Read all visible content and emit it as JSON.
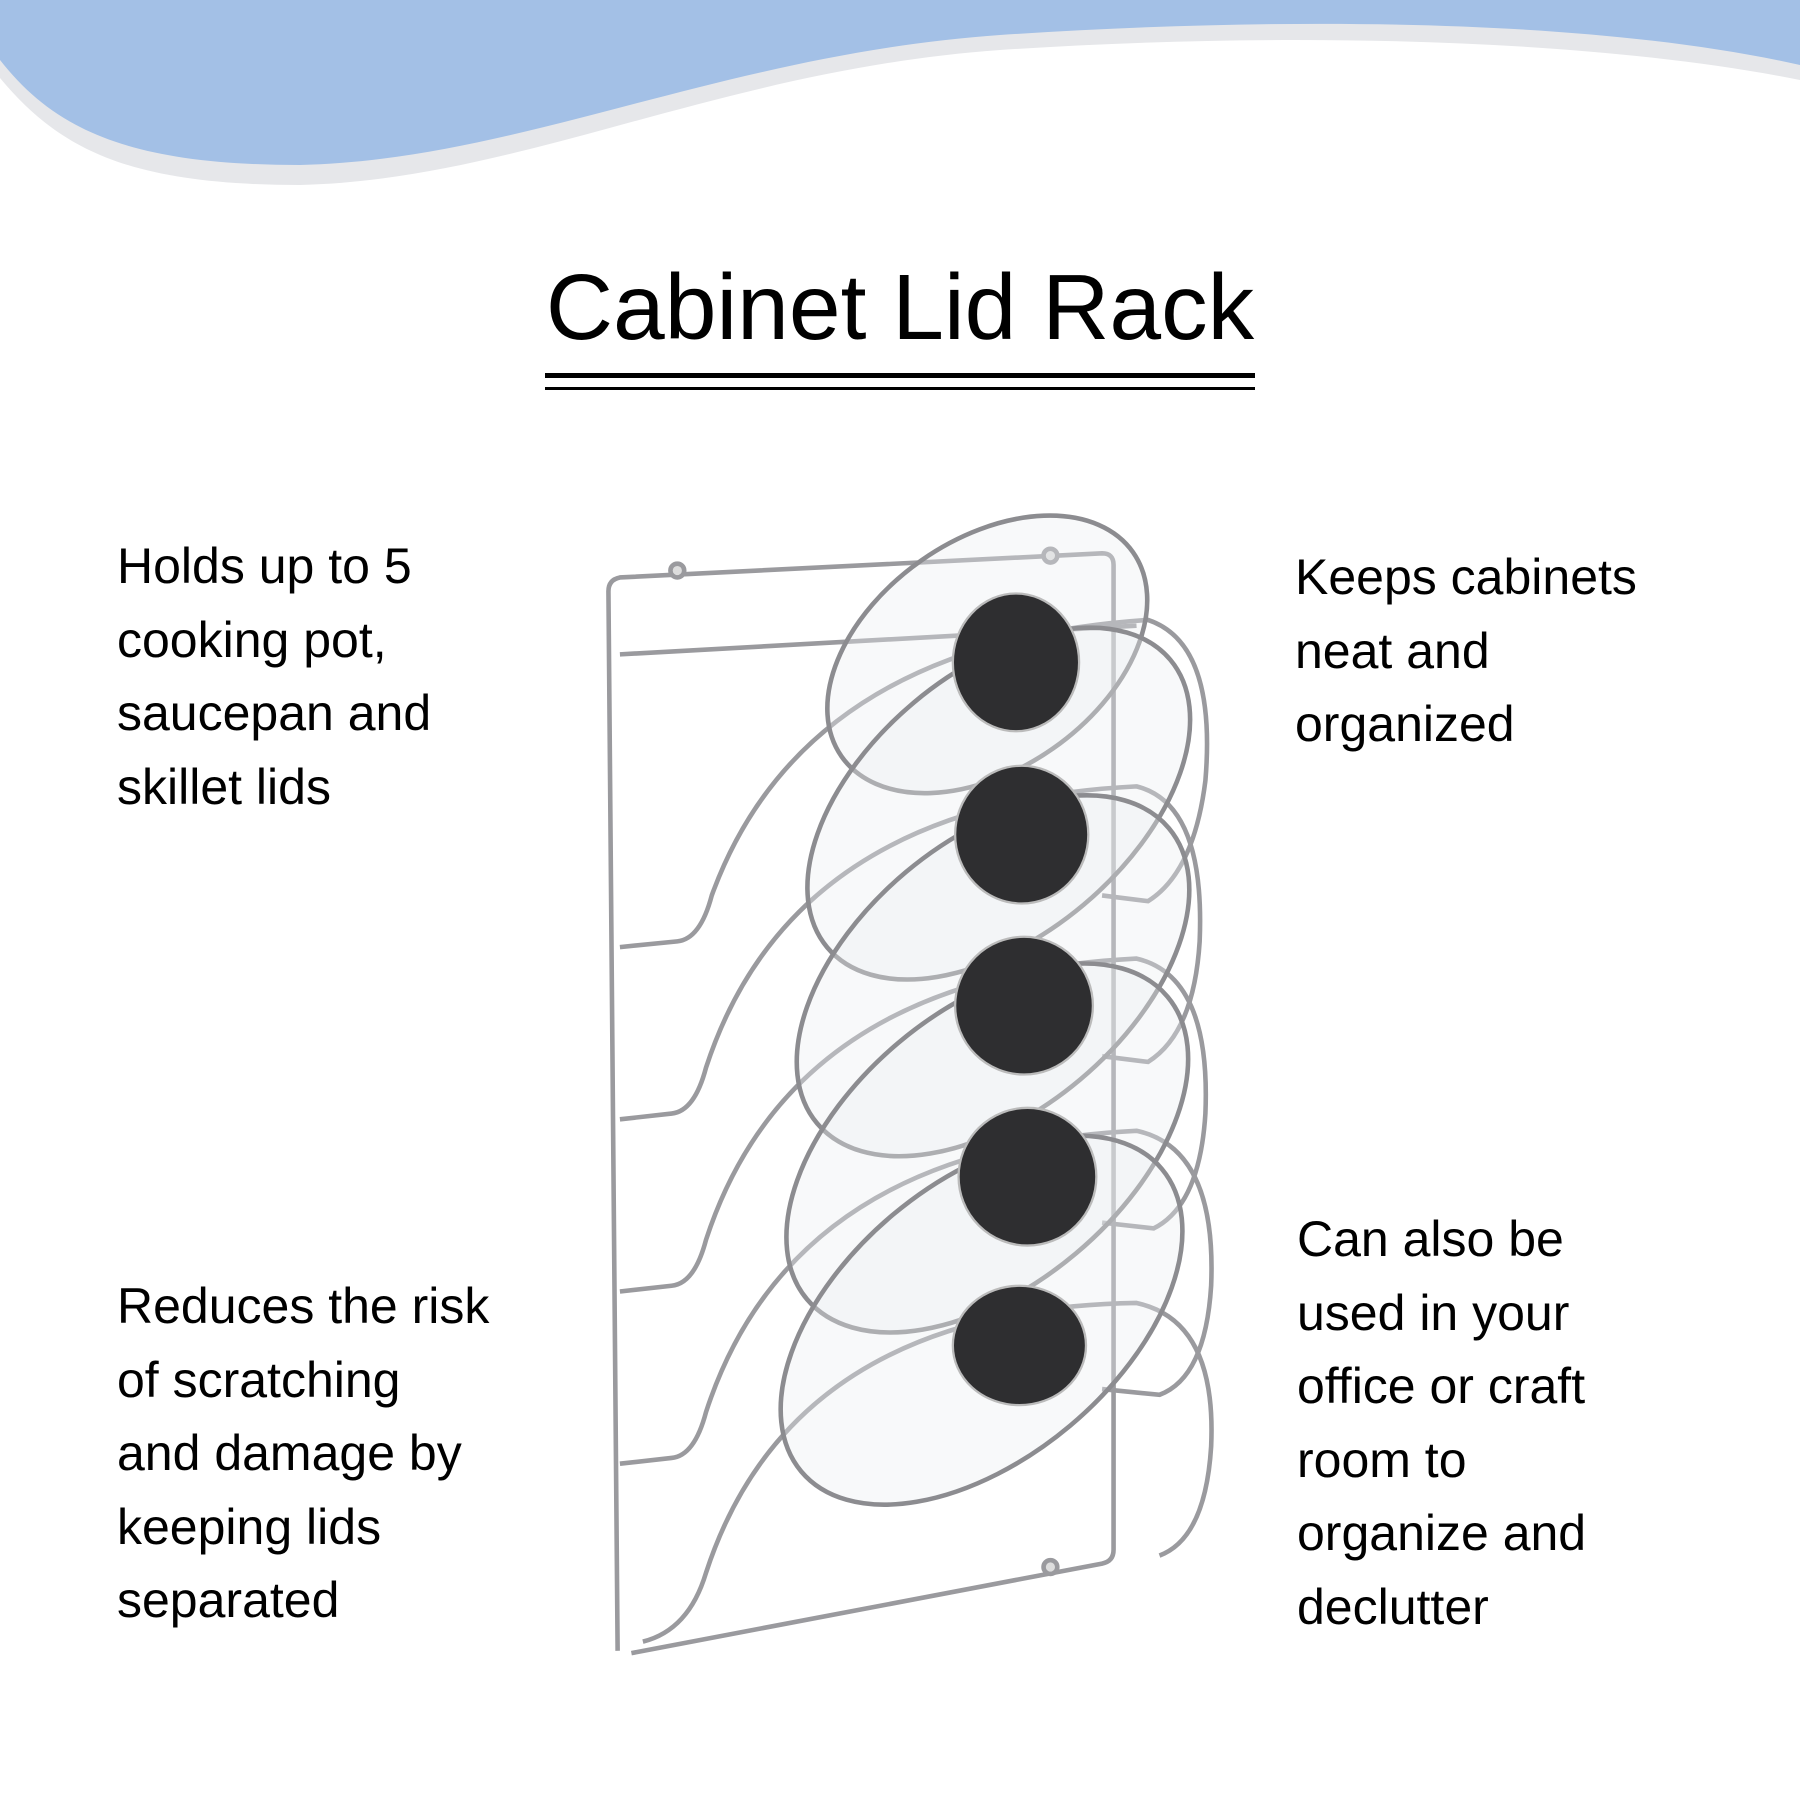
{
  "colors": {
    "wave": "#a3c0e6",
    "wave_shadow": "#e6e7ea",
    "text": "#000000",
    "knob": "#2e2e30",
    "wire": "#9a9a9e"
  },
  "title": "Cabinet Lid Rack",
  "features": {
    "top_left": [
      "Holds up to 5",
      "cooking pot,",
      "saucepan and",
      "skillet lids"
    ],
    "top_right": [
      "Keeps cabinets",
      "neat and",
      "organized"
    ],
    "bottom_left": [
      "Reduces the risk",
      "of scratching",
      "and damage by",
      "keeping lids",
      "separated"
    ],
    "bottom_right": [
      "Can also be",
      "used in your",
      "office or craft",
      "room to",
      "organize and",
      "declutter"
    ]
  },
  "product": {
    "lid_count": 5
  }
}
